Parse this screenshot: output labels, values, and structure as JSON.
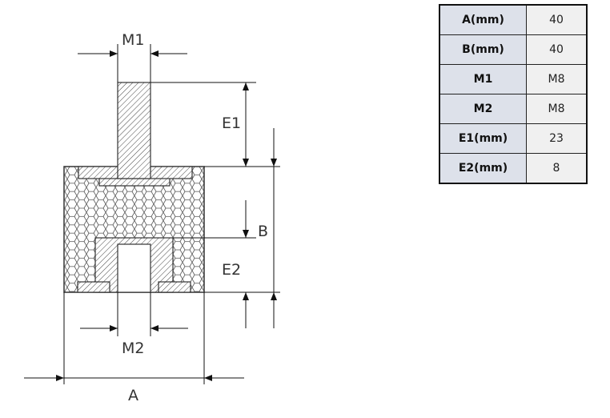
{
  "diagram": {
    "labels": {
      "m1": "M1",
      "m2": "M2",
      "e1": "E1",
      "e2": "E2",
      "b": "B",
      "a": "A"
    }
  },
  "spec_table": {
    "rows": [
      {
        "key": "A(mm)",
        "value": "40"
      },
      {
        "key": "B(mm)",
        "value": "40"
      },
      {
        "key": "M1",
        "value": "M8"
      },
      {
        "key": "M2",
        "value": "M8"
      },
      {
        "key": "E1(mm)",
        "value": "23"
      },
      {
        "key": "E2(mm)",
        "value": "8"
      }
    ]
  }
}
